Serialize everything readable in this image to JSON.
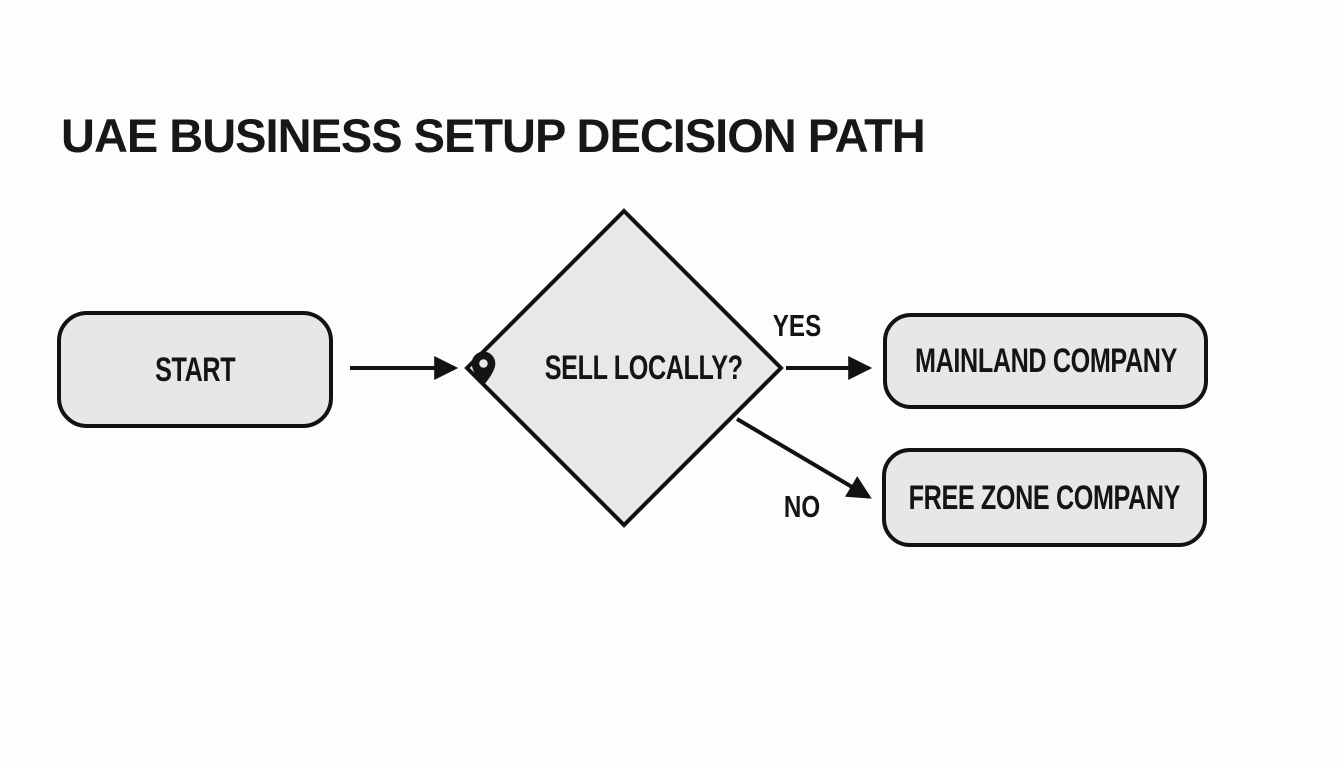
{
  "title": "UAE BUSINESS SETUP DECISION PATH",
  "colors": {
    "background": "#fdfdfc",
    "node_fill": "#e7e7e5",
    "node_border": "#121212",
    "text": "#141414"
  },
  "icons": {
    "decision_icon": "location-pin-icon"
  },
  "flowchart": {
    "type": "decision-flowchart",
    "nodes": [
      {
        "id": "start",
        "label": "START",
        "shape": "rounded-rect"
      },
      {
        "id": "sell-locally",
        "label": "SELL LOCALLY?",
        "shape": "diamond",
        "icon": "location-pin-icon"
      },
      {
        "id": "mainland",
        "label": "MAINLAND COMPANY",
        "shape": "rounded-rect"
      },
      {
        "id": "freezone",
        "label": "FREE ZONE COMPANY",
        "shape": "rounded-rect"
      }
    ],
    "edges": [
      {
        "from": "start",
        "to": "sell-locally",
        "label": ""
      },
      {
        "from": "sell-locally",
        "to": "mainland",
        "label": "YES"
      },
      {
        "from": "sell-locally",
        "to": "freezone",
        "label": "NO"
      }
    ]
  }
}
